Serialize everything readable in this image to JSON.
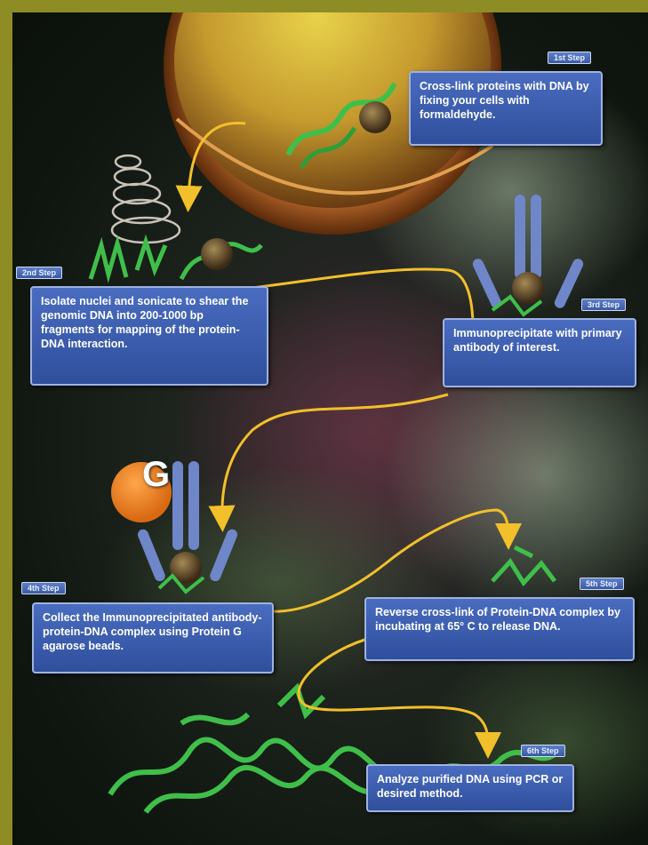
{
  "steps": [
    {
      "tag": "1st Step",
      "text": "Cross-link proteins with DNA by fixing your cells with formaldehyde."
    },
    {
      "tag": "2nd Step",
      "text": "Isolate nuclei and sonicate to shear the genomic DNA into 200-1000 bp fragments for mapping of the protein-DNA interaction."
    },
    {
      "tag": "3rd Step",
      "text": "Immunoprecipitate with primary antibody  of interest."
    },
    {
      "tag": "4th Step",
      "text": "Collect the Immunoprecipitated antibody-protein-DNA complex using Protein G agarose beads."
    },
    {
      "tag": "5th Step",
      "text": "Reverse  cross-link of Protein-DNA complex by incubating at 65° C to release DNA."
    },
    {
      "tag": "6th Step",
      "text": "Analyze purified DNA using PCR or desired method."
    }
  ],
  "protein_g_label": "G",
  "colors": {
    "box": "#3a5aa4",
    "arrow": "#f2c02a",
    "dna": "#3fbf4a",
    "antibody": "#6f86c8",
    "protein": "#6b5532",
    "nucleus": "#c8a23a",
    "frame": "#8e8c24"
  }
}
